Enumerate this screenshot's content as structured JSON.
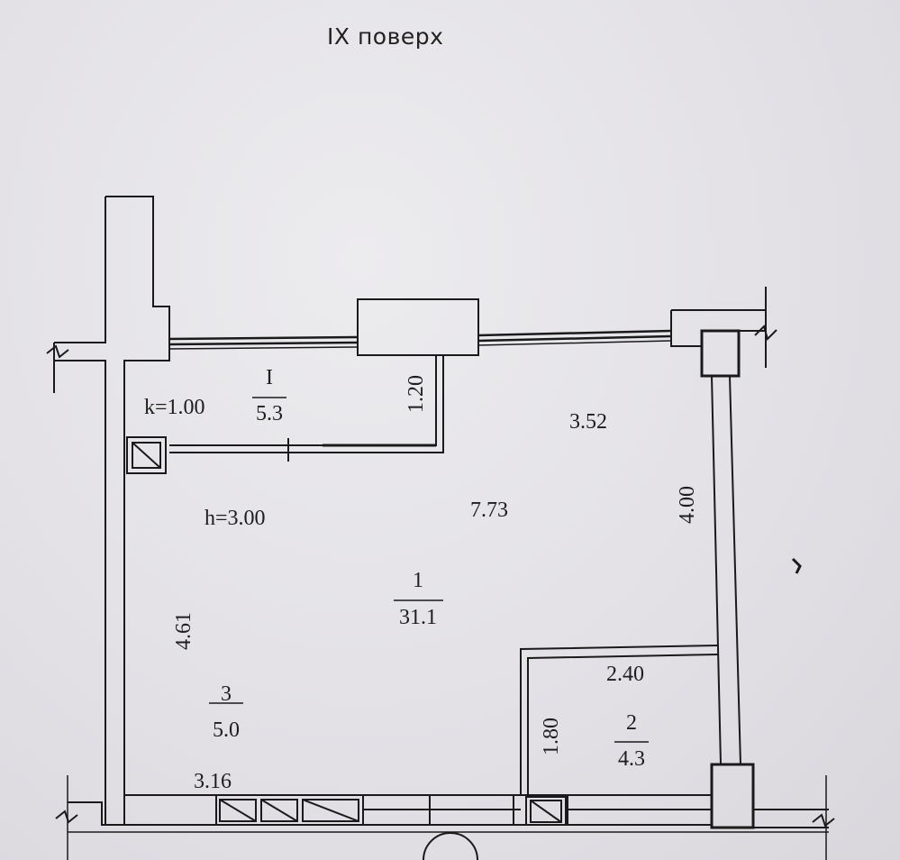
{
  "floor": {
    "title": "IX поверх"
  },
  "rooms": [
    {
      "number": "I",
      "area": "5.3"
    },
    {
      "number": "1",
      "area": "31.1"
    },
    {
      "number": "2",
      "area": "4.3"
    },
    {
      "number": "3",
      "area": "5.0"
    }
  ],
  "params": {
    "k": "k=1.00",
    "h": "h=3.00"
  },
  "dimensions": {
    "balcony_depth": "1.20",
    "top_right_width": "3.52",
    "main_width": "7.73",
    "right_height": "4.00",
    "left_height": "4.61",
    "bath_width": "2.40",
    "bath_height": "1.80",
    "bottom_left_width": "3.16"
  }
}
